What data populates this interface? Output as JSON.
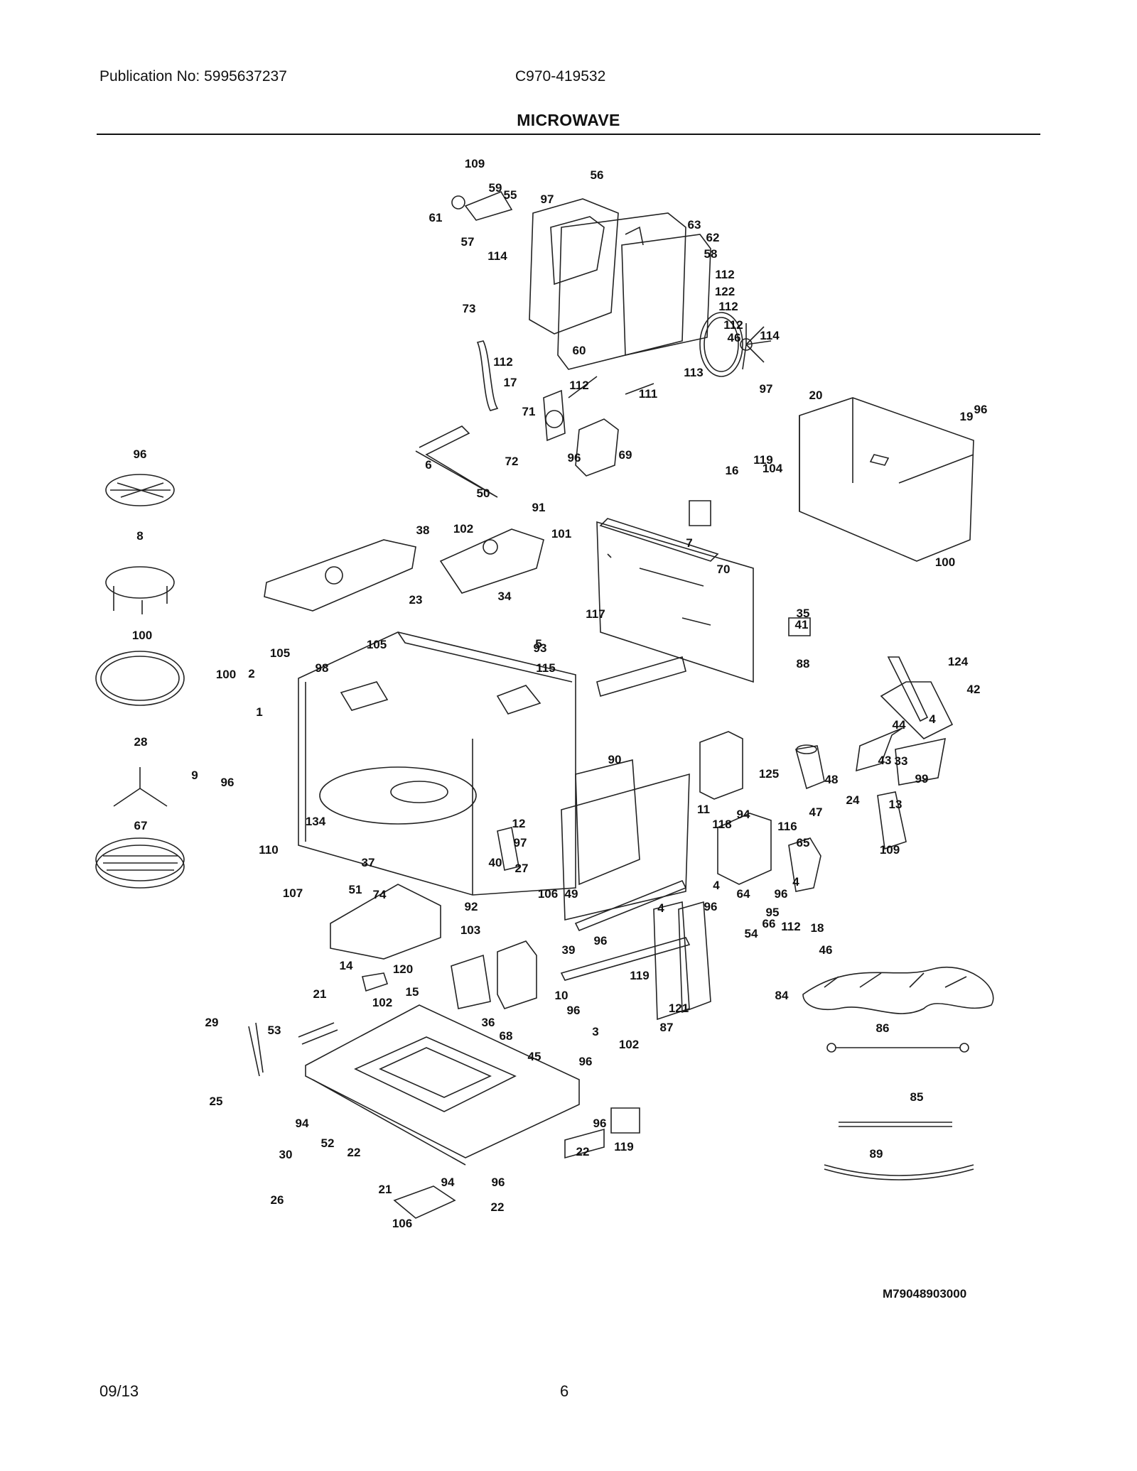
{
  "header": {
    "publication": "Publication No: 5995637237",
    "model": "C970-419532"
  },
  "title": "MICROWAVE",
  "diagram_code": "M79048903000",
  "footer": {
    "date": "09/13",
    "page": "6"
  },
  "callouts": [
    "109",
    "56",
    "59",
    "55",
    "97",
    "61",
    "63",
    "62",
    "57",
    "114",
    "58",
    "112",
    "122",
    "112",
    "112",
    "73",
    "114",
    "46",
    "112",
    "60",
    "113",
    "97",
    "17",
    "112",
    "111",
    "20",
    "96",
    "71",
    "19",
    "72",
    "69",
    "96",
    "96",
    "119",
    "104",
    "6",
    "16",
    "50",
    "91",
    "102",
    "38",
    "7",
    "101",
    "100",
    "70",
    "8",
    "117",
    "23",
    "35",
    "34",
    "100",
    "41",
    "88",
    "105",
    "5",
    "93",
    "105",
    "98",
    "2",
    "124",
    "115",
    "42",
    "100",
    "4",
    "1",
    "44",
    "28",
    "43",
    "33",
    "99",
    "9",
    "96",
    "90",
    "125",
    "48",
    "24",
    "11",
    "94",
    "13",
    "67",
    "47",
    "134",
    "12",
    "97",
    "118",
    "116",
    "65",
    "110",
    "109",
    "40",
    "37",
    "27",
    "4",
    "51",
    "106",
    "4",
    "64",
    "74",
    "107",
    "49",
    "92",
    "96",
    "4",
    "96",
    "95",
    "54",
    "18",
    "112",
    "66",
    "46",
    "96",
    "103",
    "39",
    "14",
    "120",
    "119",
    "21",
    "15",
    "10",
    "121",
    "84",
    "102",
    "96",
    "36",
    "87",
    "29",
    "53",
    "68",
    "3",
    "86",
    "102",
    "45",
    "96",
    "25",
    "85",
    "94",
    "96",
    "52",
    "22",
    "22",
    "119",
    "89",
    "30",
    "94",
    "96",
    "26",
    "21",
    "22",
    "106"
  ]
}
